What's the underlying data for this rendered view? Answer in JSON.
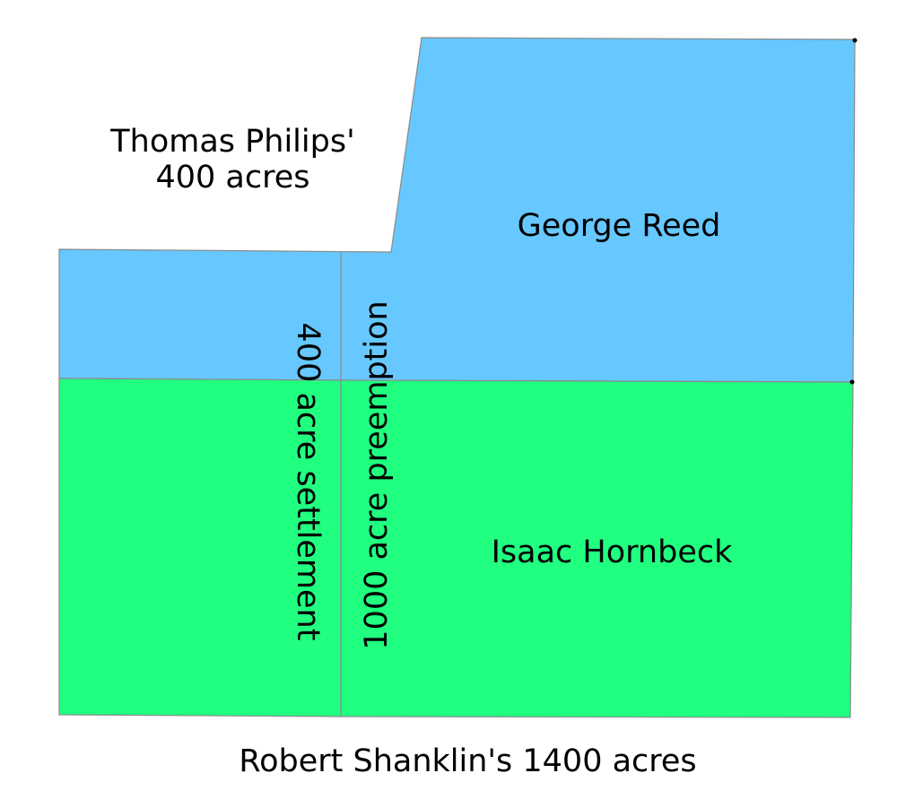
{
  "colors": {
    "reed_parcel": "#66c8ff",
    "hornbeck_parcel": "#20ff80",
    "boundary_line": "#8a8a8a",
    "corner_marker": "#000000",
    "background": "#ffffff",
    "text": "#000000"
  },
  "parcels": {
    "george_reed": {
      "label": "George Reed"
    },
    "isaac_hornbeck": {
      "label": "Isaac Hornbeck"
    }
  },
  "labels": {
    "thomas_philips_line1": "Thomas Philips'",
    "thomas_philips_line2": "400 acres",
    "settlement": "400 acre settlement",
    "preemption": "1000 acre preemption",
    "robert_shanklin": "Robert Shanklin's 1400 acres"
  }
}
